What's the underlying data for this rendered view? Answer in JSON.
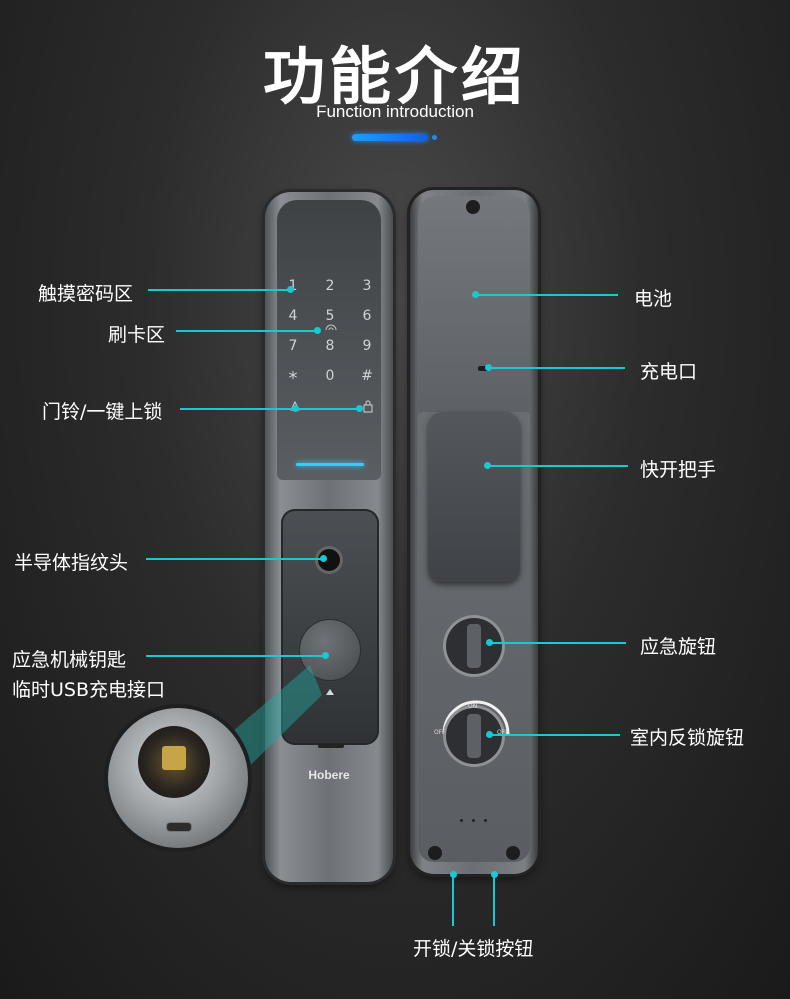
{
  "header": {
    "title": "功能介绍",
    "subtitle": "Function introduction"
  },
  "front_lock": {
    "keypad": [
      "1",
      "2",
      "3",
      "4",
      "5",
      "6",
      "7",
      "8",
      "9",
      "*",
      "0",
      "#"
    ],
    "brand": "Hobere"
  },
  "callouts_left": {
    "touch_keypad": "触摸密码区",
    "card_area": "刷卡区",
    "doorbell_lock": "门铃/一键上锁",
    "fingerprint": "半导体指纹头",
    "mech_key": "应急机械钥匙",
    "usb": "临时USB充电接口"
  },
  "callouts_right": {
    "battery": "电池",
    "charge_port": "充电口",
    "handle": "快开把手",
    "emergency_knob": "应急旋钮",
    "inner_knob": "室内反锁旋钮"
  },
  "back_lock": {
    "knob_on": "ON",
    "knob_off_left": "OFF",
    "knob_off_right": "OFF"
  },
  "callout_bottom": {
    "buttons": "开锁/关锁按钮"
  },
  "colors": {
    "accent": "#19c8d0",
    "title_bar": "#1a8cff"
  }
}
